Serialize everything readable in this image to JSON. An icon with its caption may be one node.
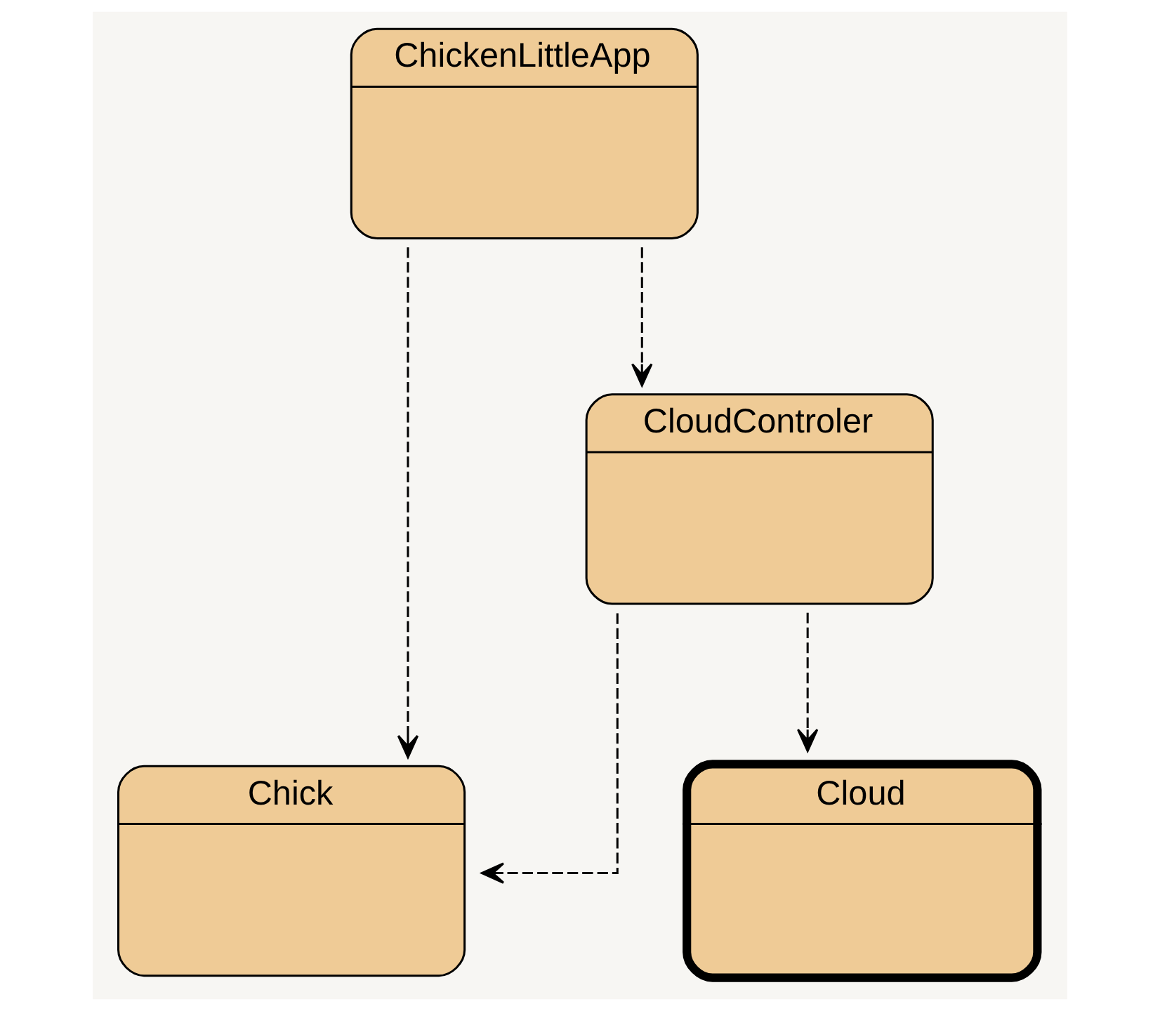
{
  "diagram": {
    "nodes": [
      {
        "text": [
          "ChickenLittleApp"
        ]
      },
      {
        "text": [
          "CloudControler"
        ]
      },
      {
        "text": [
          "Chick"
        ]
      },
      {
        "text": [
          "Cloud"
        ]
      }
    ],
    "edges": [
      {
        "from": 0,
        "to": 2,
        "arrow": "to",
        "style": "dashed"
      },
      {
        "from": 0,
        "to": 1,
        "arrow": "to",
        "style": "dashed"
      },
      {
        "from": 1,
        "to": 2,
        "arrow": "to",
        "style": "dashed"
      },
      {
        "from": 1,
        "to": 3,
        "arrow": "to",
        "style": "dashed"
      }
    ]
  }
}
